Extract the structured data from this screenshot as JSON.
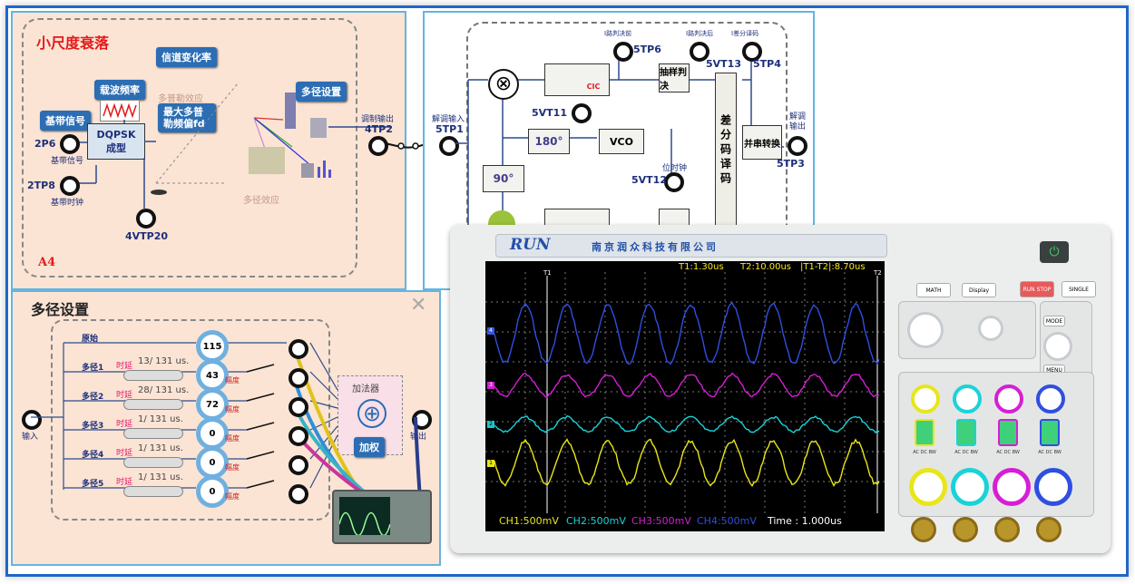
{
  "a4": {
    "title": "小尺度衰落",
    "panel_label": "A4",
    "channel_rate": "信道变化率",
    "carrier_freq": "载波频率",
    "baseband_signal": "基带信号",
    "modulator_line1": "DQPSK",
    "modulator_line2": "成型",
    "doppler_effect": "多普勒效应",
    "max_doppler": "最大多普勒频偏fd",
    "multipath_setup": "多径设置",
    "multipath_effect": "多径效应",
    "tp_2p6": "2P6",
    "tp_2p6_sub": "基带信号",
    "tp_2tp8": "2TP8",
    "tp_2tp8_sub": "基带时钟",
    "tp_4vtp20": "4VTP20",
    "mod_out": "调制输出",
    "tp_4tp2": "4TP2"
  },
  "demod": {
    "demod_in": "解调输入",
    "tp_5tp1": "5TP1",
    "i_pre": "I路判决前",
    "tp_5tp6": "5TP6",
    "i_post": "I路判决后",
    "tp_5vt13": "5VT13",
    "i_diff": "I差分译码",
    "tp_5tp4": "5TP4",
    "cic": "CIC",
    "sample_decide": "抽样判决",
    "tp_5vt11": "5VT11",
    "phase180": "180°",
    "vco": "VCO",
    "diff_decode": "差分码译码",
    "p2s": "并串转换",
    "demod_out": "解调输出",
    "tp_5tp3": "5TP3",
    "phase90": "90°",
    "bit_clock": "位时钟",
    "tp_5vt12": "5VT12"
  },
  "multipath": {
    "title": "多径设置",
    "input_label": "输入",
    "output_label": "输出",
    "adder": "加法器",
    "weighted": "加权",
    "delay_label": "时延",
    "amp_label": "幅度",
    "paths": [
      {
        "name": "原始",
        "knob": "115",
        "delay": ""
      },
      {
        "name": "多径1",
        "knob": "43",
        "delay": "13/ 131 us."
      },
      {
        "name": "多径2",
        "knob": "72",
        "delay": "28/ 131 us."
      },
      {
        "name": "多径3",
        "knob": "0",
        "delay": "1/ 131 us."
      },
      {
        "name": "多径4",
        "knob": "0",
        "delay": "1/ 131 us."
      },
      {
        "name": "多径5",
        "knob": "0",
        "delay": "1/ 131 us."
      }
    ]
  },
  "scope": {
    "brand_logo": "RUN",
    "company": "南京润众科技有限公司",
    "t1": "T1:1.30us",
    "t2": "T2:10.00us",
    "dt": "|T1-T2|:8.70us",
    "cursor1": "T1",
    "cursor2": "T2",
    "ch1": "CH1:500mV",
    "ch2": "CH2:500mV",
    "ch3": "CH3:500mV",
    "ch4": "CH4:500mV",
    "time": "Time : 1.000us",
    "btn_math": "MATH",
    "btn_display": "Display",
    "btn_runstop": "RUN STOP",
    "btn_single": "SINGLE",
    "btn_mode": "MODE",
    "btn_menu": "MENU",
    "coupling": "AC DC BW",
    "marker1": "1",
    "marker2": "2",
    "marker3": "3",
    "marker4": "4",
    "colors": {
      "ch1": "#e8e619",
      "ch2": "#19d3d8",
      "ch3": "#d61ed6",
      "ch4": "#2f4fe0"
    }
  }
}
